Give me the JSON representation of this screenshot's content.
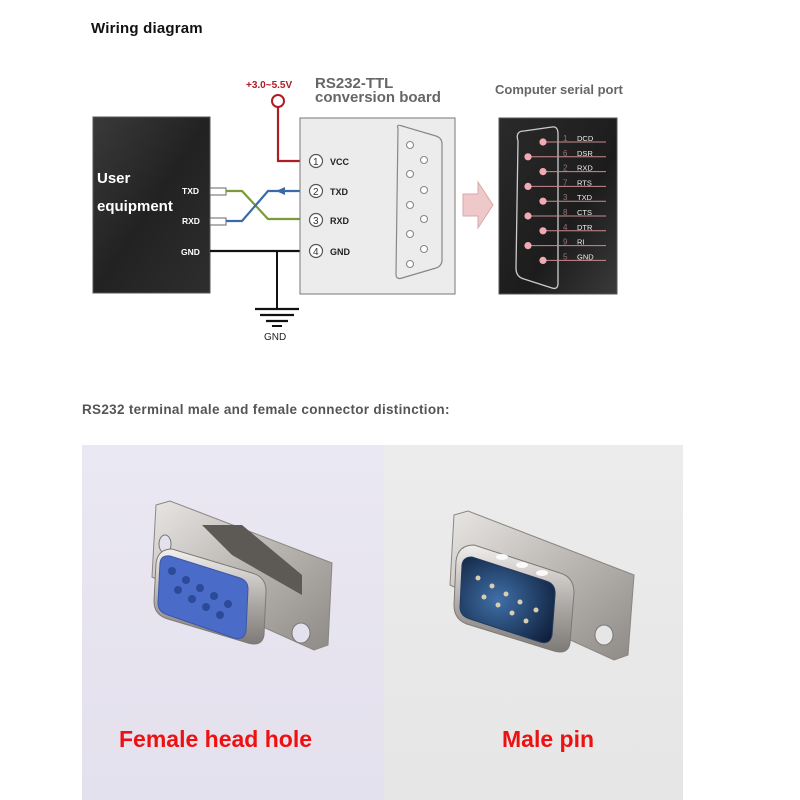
{
  "title": "Wiring diagram",
  "wiring": {
    "voltage_label": "+3.0~5.5V",
    "board_title_line1": "RS232-TTL",
    "board_title_line2": "conversion board",
    "user_equipment_line1": "User",
    "user_equipment_line2": "equipment",
    "user_pins": [
      "TXD",
      "RXD",
      "GND"
    ],
    "board_pins": [
      {
        "num": "1",
        "name": "VCC"
      },
      {
        "num": "2",
        "name": "TXD"
      },
      {
        "num": "3",
        "name": "RXD"
      },
      {
        "num": "4",
        "name": "GND"
      }
    ],
    "ground_label": "GND",
    "serial_port_title": "Computer serial port",
    "serial_pins": [
      {
        "num": "1",
        "name": "DCD"
      },
      {
        "num": "6",
        "name": "DSR"
      },
      {
        "num": "2",
        "name": "RXD"
      },
      {
        "num": "7",
        "name": "RTS"
      },
      {
        "num": "3",
        "name": "TXD"
      },
      {
        "num": "8",
        "name": "CTS"
      },
      {
        "num": "4",
        "name": "DTR"
      },
      {
        "num": "9",
        "name": "RI"
      },
      {
        "num": "5",
        "name": "GND"
      }
    ],
    "colors": {
      "vcc_wire": "#b01c24",
      "txd_wire": "#3b6aa8",
      "rxd_wire": "#7b9a3c",
      "gnd_wire": "#111111",
      "arrow": "#efc9c9"
    }
  },
  "connector_section": {
    "title": "RS232 terminal male and female connector distinction:",
    "female_label": "Female head hole",
    "male_label": "Male pin",
    "label_color": "#ee1111"
  }
}
